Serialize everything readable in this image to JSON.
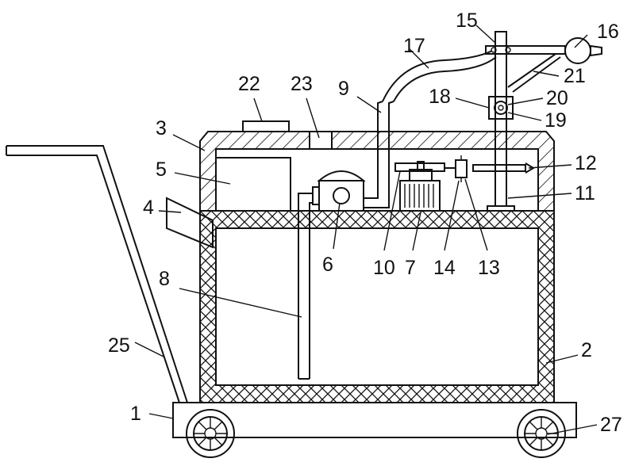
{
  "figure": {
    "background": "#ffffff",
    "line_color": "#111111",
    "callouts": [
      {
        "id": "c1",
        "text": "1"
      },
      {
        "id": "c2",
        "text": "2"
      },
      {
        "id": "c3",
        "text": "3"
      },
      {
        "id": "c4",
        "text": "4"
      },
      {
        "id": "c5",
        "text": "5"
      },
      {
        "id": "c6",
        "text": "6"
      },
      {
        "id": "c7",
        "text": "7"
      },
      {
        "id": "c8",
        "text": "8"
      },
      {
        "id": "c9",
        "text": "9"
      },
      {
        "id": "c10",
        "text": "10"
      },
      {
        "id": "c11",
        "text": "11"
      },
      {
        "id": "c12",
        "text": "12"
      },
      {
        "id": "c13",
        "text": "13"
      },
      {
        "id": "c14",
        "text": "14"
      },
      {
        "id": "c15",
        "text": "15"
      },
      {
        "id": "c16",
        "text": "16"
      },
      {
        "id": "c17",
        "text": "17"
      },
      {
        "id": "c18",
        "text": "18"
      },
      {
        "id": "c19",
        "text": "19"
      },
      {
        "id": "c20",
        "text": "20"
      },
      {
        "id": "c21",
        "text": "21"
      },
      {
        "id": "c22",
        "text": "22"
      },
      {
        "id": "c23",
        "text": "23"
      },
      {
        "id": "c25",
        "text": "25"
      },
      {
        "id": "c27",
        "text": "27"
      }
    ]
  }
}
